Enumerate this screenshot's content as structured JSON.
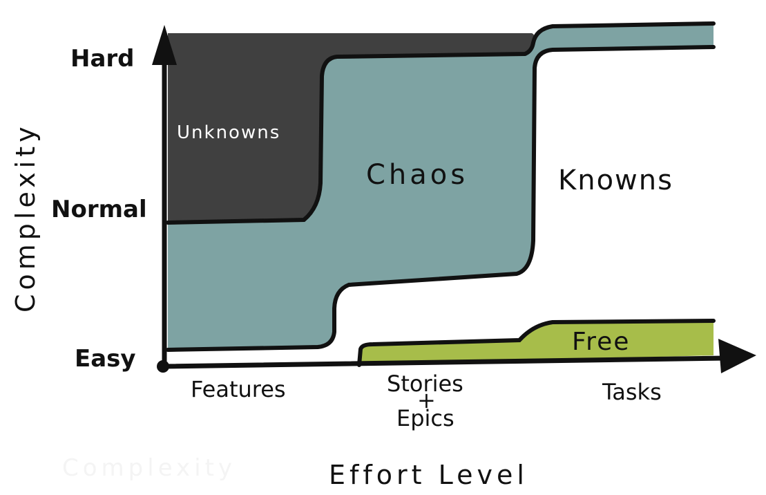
{
  "axes": {
    "y_title": "Complexity",
    "x_title": "Effort Level",
    "y_levels": [
      "Hard",
      "Normal",
      "Easy"
    ],
    "x_levels": [
      "Features",
      "Stories",
      "+",
      "Epics",
      "Tasks"
    ]
  },
  "regions": {
    "unknowns": "Unknowns",
    "chaos": "Chaos",
    "knowns": "Knowns",
    "free": "Free"
  },
  "ghost_label": "Complexity",
  "colors": {
    "unknowns": "#404040",
    "chaos": "#7ea3a3",
    "free": "#a7bd4a",
    "ink": "#111111"
  }
}
